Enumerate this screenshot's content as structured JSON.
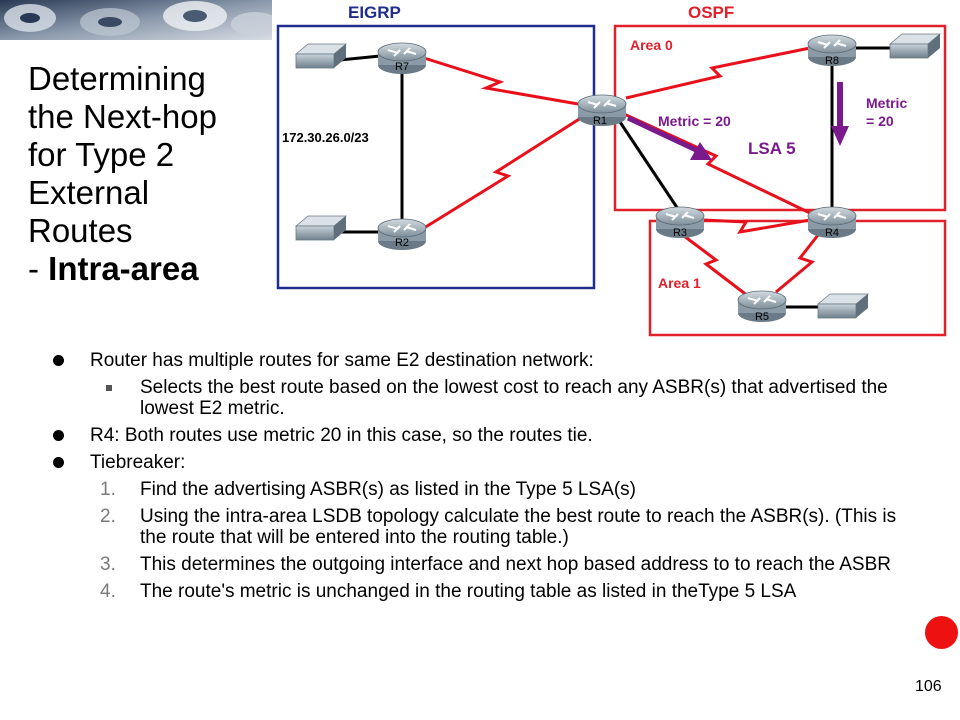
{
  "title": {
    "lines": [
      "Determining",
      "the Next-hop",
      "for Type 2",
      "External",
      "Routes"
    ],
    "prefix": "- ",
    "bold_part": "Intra-area"
  },
  "diagram": {
    "domain_eigrp": "EIGRP",
    "domain_ospf": "OSPF",
    "area0": "Area 0",
    "area1": "Area 1",
    "network": "172.30.26.0/23",
    "metric_r1": "Metric = 20",
    "metric_r8_line1": "Metric",
    "metric_r8_line2": "= 20",
    "lsa": "LSA 5",
    "routers": {
      "r1": "R1",
      "r2": "R2",
      "r3": "R3",
      "r4": "R4",
      "r5": "R5",
      "r7": "R7",
      "r8": "R8"
    },
    "colors": {
      "eigrp_box": "#1f2d8f",
      "ospf_box": "#e0202a",
      "serial_link": "#e8101a",
      "arrow": "#7a1a8c",
      "router": "#9aa8b2",
      "label_blue": "#1f2d8f",
      "label_red": "#e0202a",
      "label_purple": "#7a1a8c"
    }
  },
  "bullets": {
    "b1": "Router has multiple routes for same E2 destination network:",
    "b1_sub": "Selects the best route based on the lowest cost to reach any ASBR(s) that advertised the lowest E2 metric.",
    "b2": "R4: Both routes use metric 20 in this case, so the routes tie.",
    "b3": "Tiebreaker:",
    "steps": [
      {
        "num": "1.",
        "text": "Find the advertising ASBR(s) as listed in the Type 5 LSA(s)"
      },
      {
        "num": "2.",
        "text": "Using the intra-area LSDB topology calculate the best route to reach the ASBR(s). (This is the route that will be entered into the routing table.)"
      },
      {
        "num": "3.",
        "text": "This determines the outgoing interface and next hop based address to to reach the ASBR"
      },
      {
        "num": "4.",
        "text": "The route's metric is unchanged in the routing table as listed in theType 5 LSA"
      }
    ]
  },
  "page_number": "106"
}
